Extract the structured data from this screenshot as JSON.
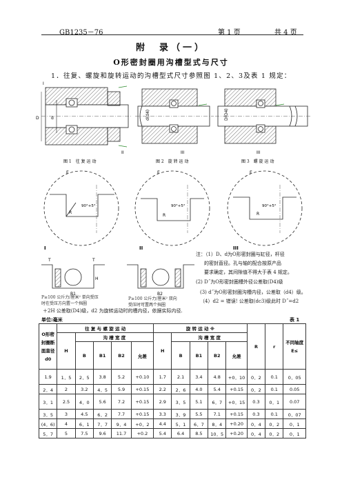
{
  "header": {
    "code": "GB1235－76",
    "page": "第 1 页",
    "total": "共 4 页"
  },
  "title": "附　录（一）",
  "subtitle": "O形密封圈用沟槽型式与尺寸",
  "intro": "1．往复、螺旋和旋转运动的沟槽型式尺寸参照图 1、2、3及表 1 规定：",
  "figures": {
    "fig1_caption": "图 1　往 复 运 动",
    "fig2_caption": "图 2　旋 转 运 动",
    "fig3_caption": "图 3　螺 旋 运 动",
    "marks": {
      "I": "I",
      "II": "II",
      "III": "III",
      "E": "E",
      "R": "R",
      "r": "r",
      "T": "T",
      "H": "H",
      "D": "D",
      "d": "d",
      "angle": "90°+5°",
      "B": "B",
      "B1": "B1",
      "B2": "B2",
      "dd4": "d(d4)",
      "DD4": "D(D4)"
    },
    "left_note1": "P≥100 公斤力/厘米² 单向受压",
    "left_note2": "时在受压方向置一个挡圈",
    "right_note1": "P≥100 公斤力/厘米² 双向",
    "right_note2": "受压时可置两个挡圈"
  },
  "notes": {
    "n1": "注：（1）D、d为O形密封圈与缸径，杆径",
    "n2": "的密封直径。孔与轴的配合按原产品",
    "n3": "要求确定，其间隙值不得大于表 4 规定。",
    "n4": "(2) D˝为O形密封圈槽外径公差取(D4)级",
    "n5": "(3) d˝为O形密封圈沟槽内径，公差取（d4）级。",
    "n6": "（4）d2 = 错误! 公差取(dc3)级此时 D˝=d2",
    "n7": "＋2H 公差取(D4)级，d2 为旋转运动时的槽内径，依据实际内径."
  },
  "table": {
    "unit": "单位:毫米",
    "table_no": "表 1",
    "h_section": "O形密封圈断面直径d0",
    "h_recip": "往 复 与 螺 旋 运 动",
    "h_rot": "旋 转 运 动 ※",
    "h_groove": "沟 槽 宽 度",
    "h_H": "H",
    "h_B": "B",
    "h_B1": "B1",
    "h_B2": "B2",
    "h_tol": "允差",
    "h_R": "R",
    "h_r": "r",
    "h_ecc": "不同轴度E≤",
    "rows": [
      [
        "1.9",
        "1．5",
        "2．5",
        "3.8",
        "5.2",
        "+0.10",
        "1.7",
        "2.1",
        "3.4",
        "4.8",
        "+0．10",
        "0．2",
        "0.1",
        "0．05"
      ],
      [
        "2．4",
        "2",
        "3.2",
        "4．5",
        "5.9",
        "+0.15",
        "2.2",
        "2．6",
        "4.0",
        "5.4",
        "+0.15",
        "0．2",
        "0.1",
        "0.05"
      ],
      [
        "3．1",
        "2.5",
        "4．0",
        "5.6",
        "7.2",
        "+0.15",
        "2.9",
        "3．5",
        "5.1",
        "6．7",
        "+0．15",
        "0.3",
        "0．1",
        "0.07"
      ],
      [
        "3．5",
        "3",
        "4.5",
        "6．2",
        "7.7",
        "+0.15",
        "3.3",
        "3．9",
        "5.5",
        "7.1",
        "+0.15",
        "0.3",
        "0.1",
        "0．07"
      ],
      [
        "(4．6)",
        "4",
        "6．1",
        "7．7",
        "9．4",
        "+0．2",
        "4.4",
        "5．1",
        "6．7",
        "8．4",
        "+0.20",
        "0．4",
        "0．2",
        "0．1"
      ],
      [
        "5．7",
        "5",
        "7.5",
        "9.6",
        "11.7",
        "+0.2",
        "5.4",
        "6.4",
        "8.5",
        "10．5",
        "+0.20",
        "0．4",
        "0．2",
        "0．1"
      ]
    ]
  }
}
